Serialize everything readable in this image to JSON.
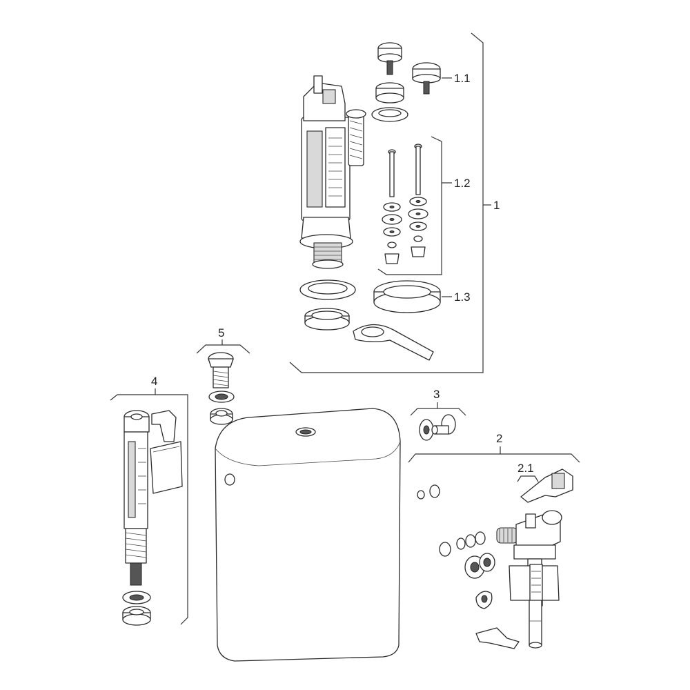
{
  "labels": {
    "l1": "1",
    "l11": "1.1",
    "l12": "1.2",
    "l13": "1.3",
    "l2": "2",
    "l21": "2.1",
    "l3": "3",
    "l4": "4",
    "l5": "5"
  }
}
